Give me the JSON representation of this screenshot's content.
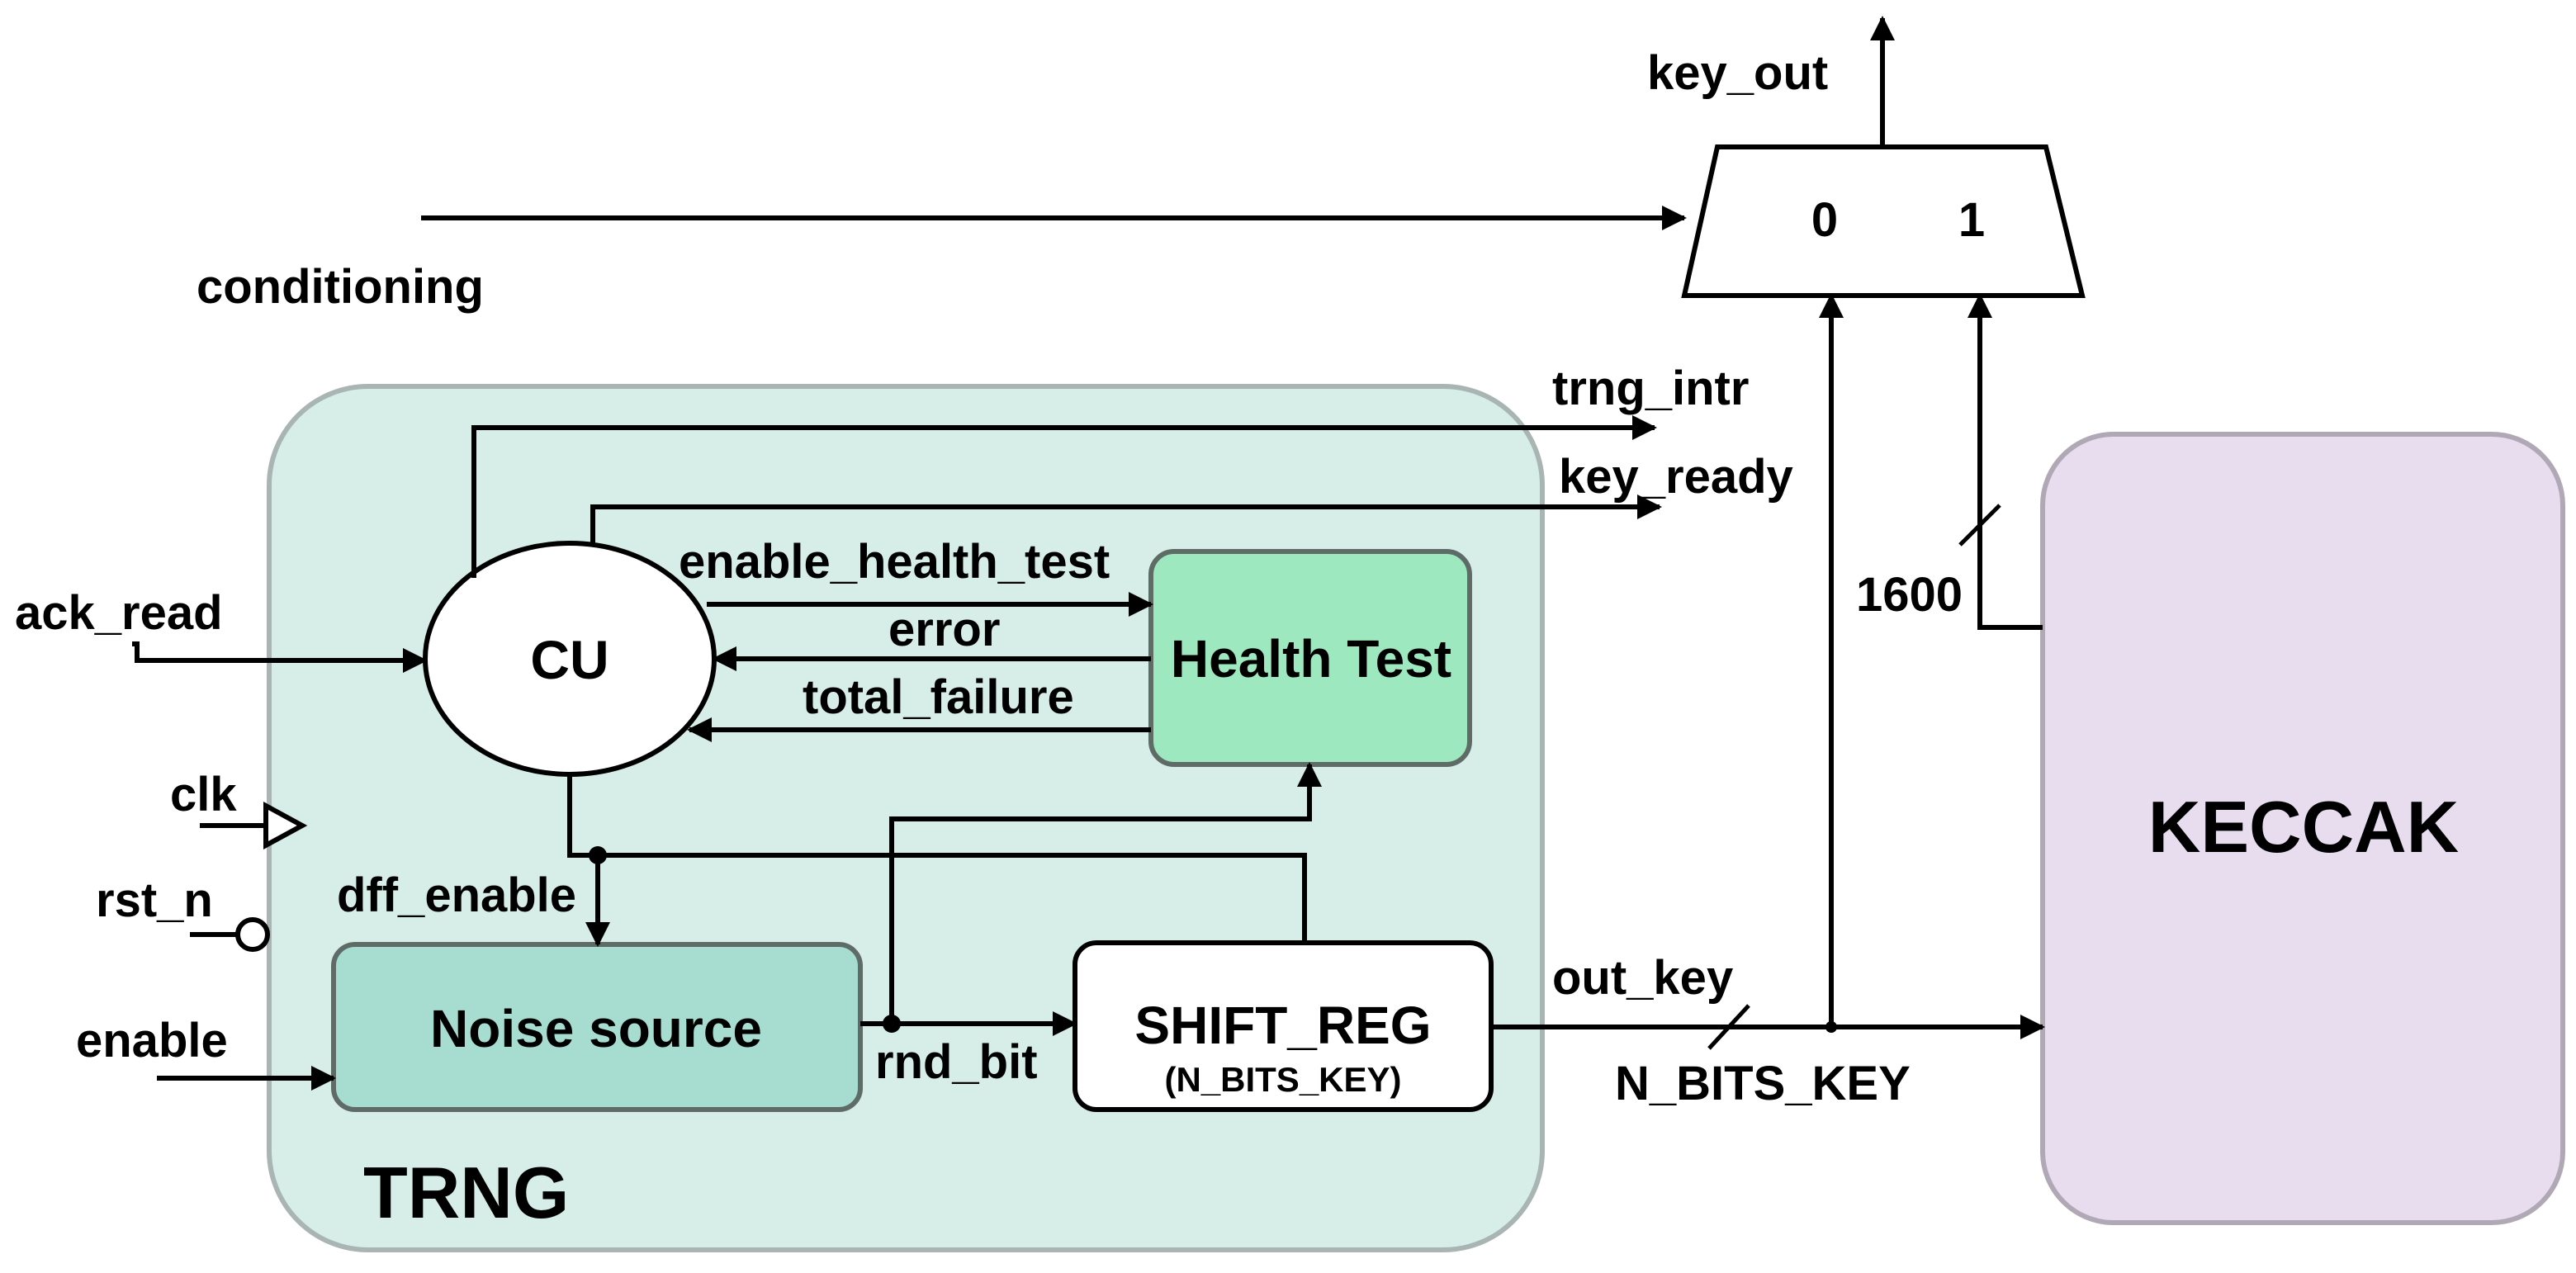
{
  "colors": {
    "trng_fill": "#d7ede7",
    "trng_stroke": "#a9b5b2",
    "health_fill": "#9de8be",
    "noise_fill": "#a6ddd0",
    "keccak_fill": "#e8dcef",
    "keccak_stroke": "#b1a8b6",
    "block_stroke": "#5e6b66"
  },
  "blocks": {
    "trng": "TRNG",
    "cu": "CU",
    "health_test": "Health Test",
    "noise_source": "Noise source",
    "shift_reg": "SHIFT_REG",
    "shift_reg_param": "(N_BITS_KEY)",
    "keccak": "KECCAK"
  },
  "mux": {
    "input0": "0",
    "input1": "1"
  },
  "signals": {
    "key_out": "key_out",
    "conditioning": "conditioning",
    "trng_intr": "trng_intr",
    "key_ready": "key_ready",
    "enable_health_test": "enable_health_test",
    "error": "error",
    "total_failure": "total_failure",
    "ack_read": "ack_read",
    "clk": "clk",
    "rst_n": "rst_n",
    "dff_enable": "dff_enable",
    "enable": "enable",
    "rnd_bit": "rnd_bit",
    "out_key": "out_key",
    "n_bits_key": "N_BITS_KEY",
    "bus_1600": "1600"
  }
}
